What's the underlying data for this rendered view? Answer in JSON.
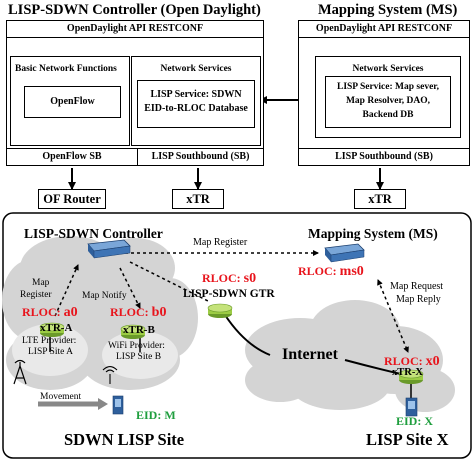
{
  "top": {
    "sdwn_title": "LISP-SDWN Controller (Open Daylight)",
    "ms_title": "Mapping System (MS)",
    "sdwn_api": "OpenDaylight API RESTCONF",
    "ms_api": "OpenDaylight API RESTCONF",
    "basic_functions": "Basic Network Functions",
    "openflow": "OpenFlow",
    "network_services": "Network Services",
    "lisp_service_lines": [
      "LISP Service: SDWN",
      "EID-to-RLOC Database"
    ],
    "ms_network_services": "Network Services",
    "ms_service_lines": [
      "LISP Service: Map sever,",
      "Map Resolver, DAO,",
      "Backend DB"
    ],
    "openflow_sb": "OpenFlow SB",
    "lisp_sb": "LISP Southbound (SB)",
    "ms_lisp_sb": "LISP Southbound (SB)",
    "of_router": "OF Router",
    "xtr_left": "xTR",
    "xtr_right": "xTR"
  },
  "bottom": {
    "controller_label": "LISP-SDWN Controller",
    "ms_label": "Mapping System (MS)",
    "map_register_top": "Map Register",
    "map_register_left_lines": [
      "Map",
      "Register"
    ],
    "map_notify": "Map Notify",
    "rloc_a0_prefix": "RLOC: ",
    "rloc_a0_value": "a0",
    "xtr_a": "xTR-A",
    "rloc_b0_prefix": "RLOC: ",
    "rloc_b0_value": "b0",
    "xtr_b": "xTR-B",
    "rloc_s0_prefix": "RLOC: ",
    "rloc_s0_value": "s0",
    "gtr_label": "LISP-SDWN GTR",
    "rloc_ms0_prefix": "RLOC: ",
    "rloc_ms0_value": "ms0",
    "map_request_lines": [
      "Map Request",
      "Map Reply"
    ],
    "lte_lines": [
      "LTE Provider:",
      "LISP Site A"
    ],
    "wifi_lines": [
      "WiFi Provider:",
      "LISP Site B"
    ],
    "internet": "Internet",
    "rloc_x0_prefix": "RLOC: ",
    "rloc_x0_value": "x0",
    "xtr_x": "xTR-X",
    "movement": "Movement",
    "eid_m": "EID: M",
    "eid_x": "EID: X",
    "sdwn_site": "SDWN LISP Site",
    "lisp_site_x": "LISP Site X"
  },
  "colors": {
    "rloc_red": "#e8141c",
    "eid_green": "#1f9e3e",
    "cloud": "#d4d4d4",
    "router_green": "#9ccc44",
    "server_blue": "#2e5f9c"
  }
}
